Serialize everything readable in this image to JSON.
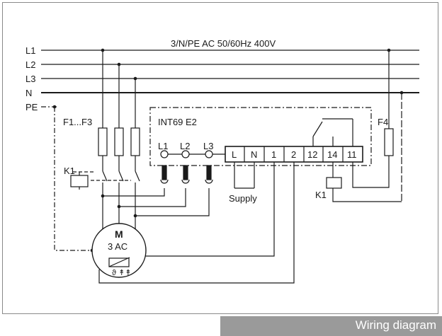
{
  "diagram": {
    "supply_label": "3/N/PE AC 50/60Hz 400V",
    "lines": {
      "l1": "L1",
      "l2": "L2",
      "l3": "L3",
      "n": "N",
      "pe": "PE"
    },
    "fuse_label": "F1...F3",
    "contactor_label": "K1",
    "module_label": "INT69 E2",
    "module_inputs": {
      "l1": "L1",
      "l2": "L2",
      "l3": "L3"
    },
    "terminals": [
      "L",
      "N",
      "1",
      "2",
      "12",
      "14",
      "11"
    ],
    "supply_text": "Supply",
    "fuse_f4": "F4",
    "coil_k1": "K1",
    "motor": {
      "m": "M",
      "type": "3 AC",
      "sensor": "ϑ ↟↟"
    }
  },
  "caption": "Wiring diagram"
}
